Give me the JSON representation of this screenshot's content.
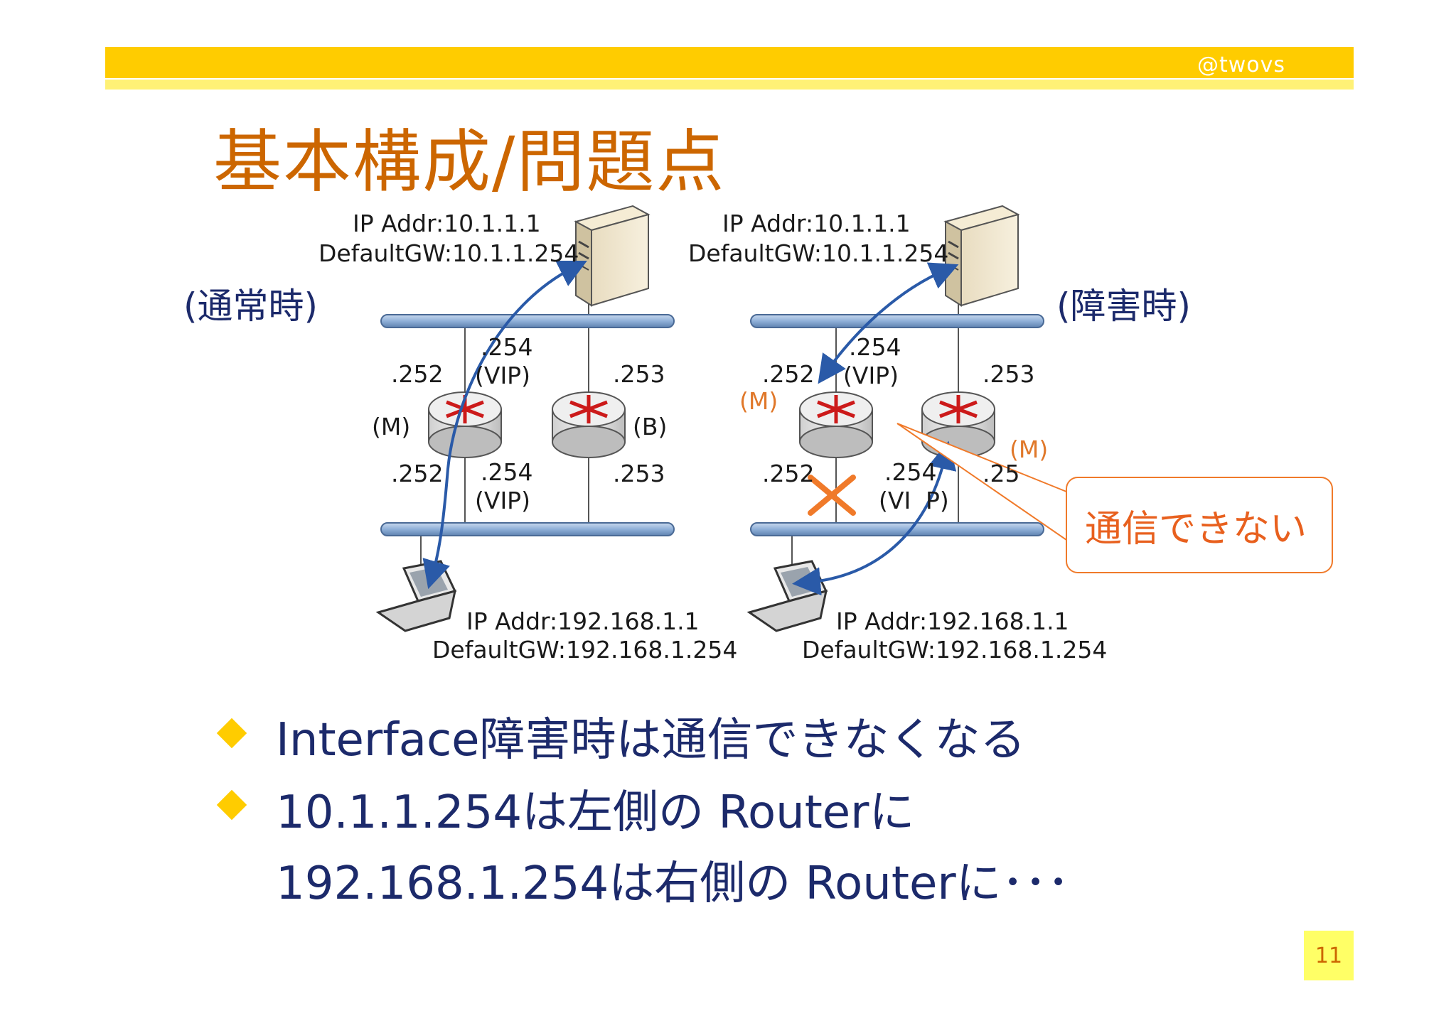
{
  "header": {
    "author": "@twovs"
  },
  "slide": {
    "title": "基本構成/問題点",
    "page_number": "11"
  },
  "diagram": {
    "left_state": "(通常時)",
    "right_state": "(障害時)",
    "server": {
      "ip": "IP Addr:10.1.1.1",
      "gw": "DefaultGW:10.1.1.254"
    },
    "client": {
      "ip": "IP Addr:192.168.1.1",
      "gw": "DefaultGW:192.168.1.254"
    },
    "addr": {
      "a252": ".252",
      "a253": ".253",
      "a254": ".254",
      "a25": ".25",
      "vip": "(VIP)",
      "vip_cut": "(VI",
      "vip_end": "P)"
    },
    "roles": {
      "master": "(M)",
      "backup": "(B)"
    },
    "callout": "通信できない"
  },
  "bullets": {
    "b1": "Interface障害時は通信できなくなる",
    "b2_line1": "10.1.1.254は左側の Routerに",
    "b2_line2": "192.168.1.254は右側の Routerに･･･"
  }
}
